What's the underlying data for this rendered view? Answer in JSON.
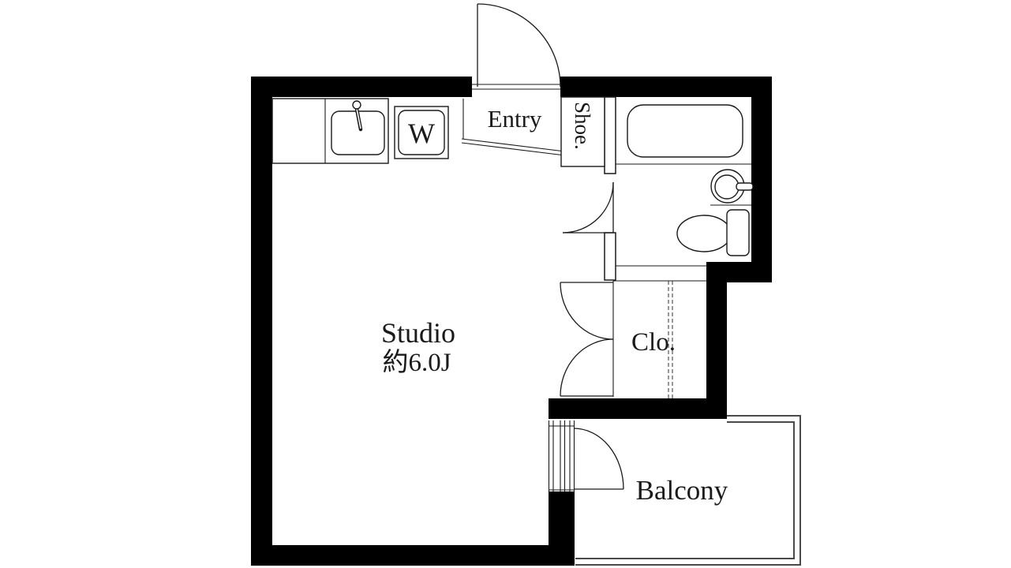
{
  "floor_plan": {
    "type": "apartment-floor-plan",
    "colors": {
      "background": "#ffffff",
      "wall": "#000000",
      "line": "#1a1a1a",
      "balcony_line": "#4a4a4a"
    },
    "labels": {
      "studio": "Studio",
      "studio_size": "約6.0J",
      "entry": "Entry",
      "shoe": "Shoe.",
      "closet": "Clo.",
      "balcony": "Balcony",
      "washer": "W"
    }
  }
}
